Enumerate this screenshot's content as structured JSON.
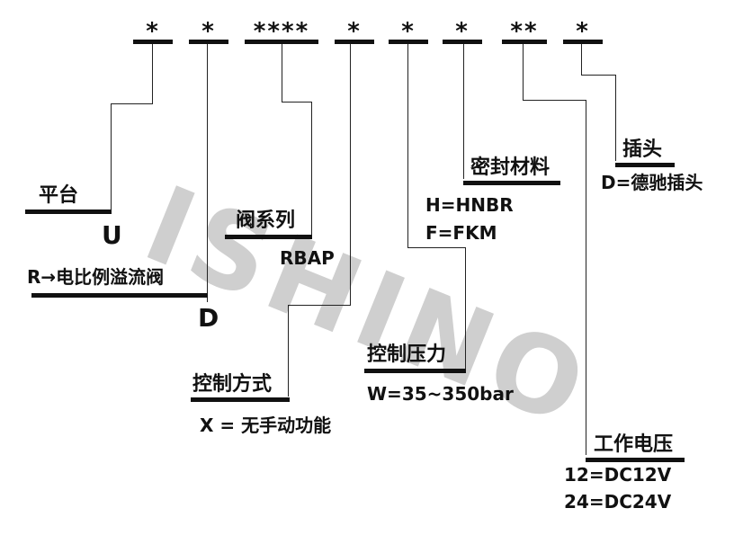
{
  "watermark": "ISHINO",
  "code_fields": [
    {
      "mark": "*"
    },
    {
      "mark": "*"
    },
    {
      "mark": "****"
    },
    {
      "mark": "*"
    },
    {
      "mark": "*"
    },
    {
      "mark": "*"
    },
    {
      "mark": "**"
    },
    {
      "mark": "*"
    }
  ],
  "platform": {
    "title": "平台",
    "value": "U"
  },
  "type": {
    "title": "R→电比例溢流阀",
    "value": "D"
  },
  "series": {
    "title": "阀系列",
    "value": "RBAP"
  },
  "control_mode": {
    "title": "控制方式",
    "value": "X = 无手动功能"
  },
  "pressure": {
    "title": "控制压力",
    "value": "W=35~350bar"
  },
  "seal": {
    "title": "密封材料",
    "values": [
      "H=HNBR",
      "F=FKM"
    ]
  },
  "connector": {
    "title": "插头",
    "value": "D=德驰插头"
  },
  "voltage": {
    "title": "工作电压",
    "values": [
      "12=DC12V",
      "24=DC24V"
    ]
  }
}
